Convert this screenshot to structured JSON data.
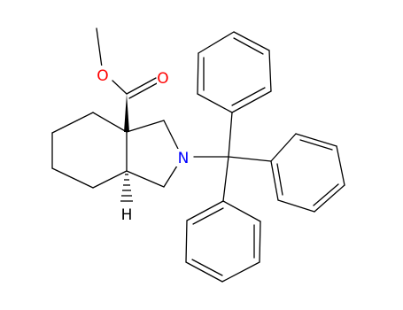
{
  "molecule": {
    "atoms": {
      "oxygen_single": "O",
      "oxygen_double": "O",
      "nitrogen": "N",
      "hydrogen": "H"
    },
    "colors": {
      "oxygen": "#ff0000",
      "nitrogen": "#0000ff",
      "carbon_bond": "#000000",
      "hydrogen": "#000000",
      "background": "#ffffff"
    }
  }
}
